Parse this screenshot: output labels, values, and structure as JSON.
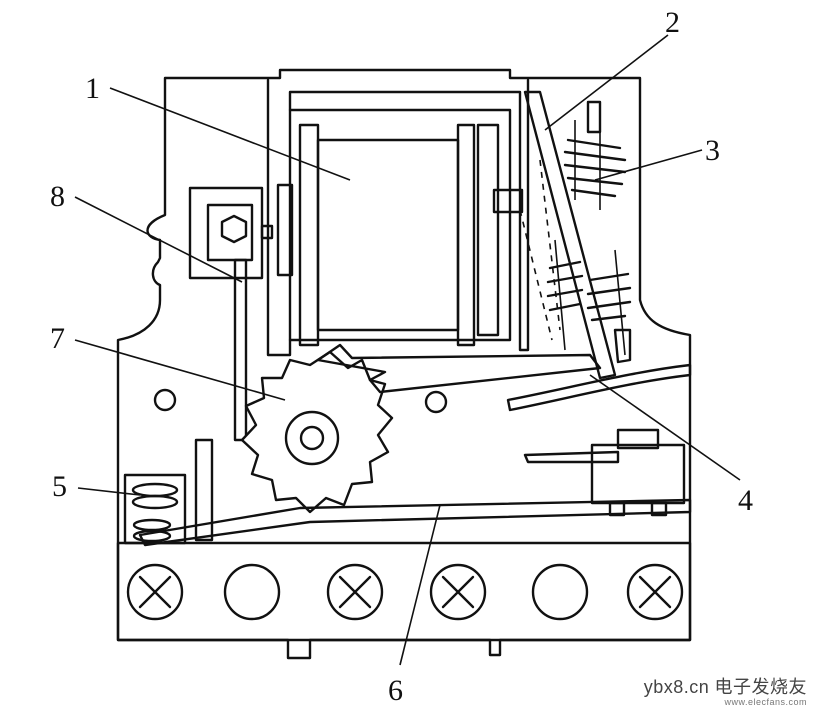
{
  "labels": {
    "l1": "1",
    "l2": "2",
    "l3": "3",
    "l4": "4",
    "l5": "5",
    "l6": "6",
    "l7": "7",
    "l8": "8"
  },
  "watermark": {
    "site": "ybx8.cn",
    "brand": "电子发烧友",
    "url": "www.elecfans.com"
  }
}
